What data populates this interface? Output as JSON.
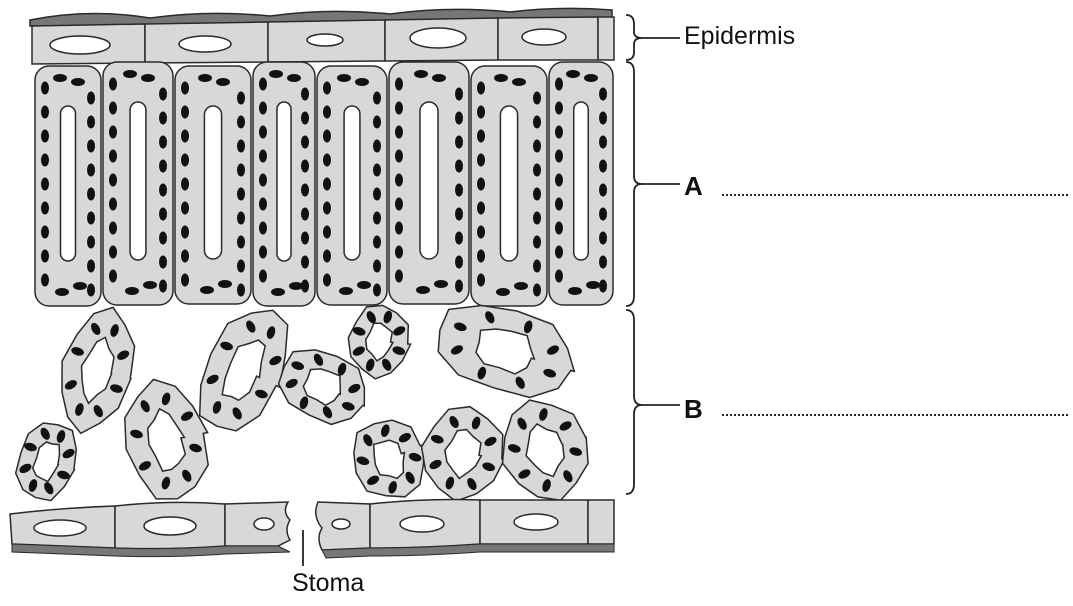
{
  "labels": {
    "epidermis": "Epidermis",
    "a": "A",
    "b": "B",
    "stoma": "Stoma"
  },
  "colors": {
    "cell_fill": "#d8d8d8",
    "cuticle": "#777777",
    "outline": "#2a2a2a",
    "chloroplast": "#111111",
    "vacuole": "#ffffff"
  }
}
